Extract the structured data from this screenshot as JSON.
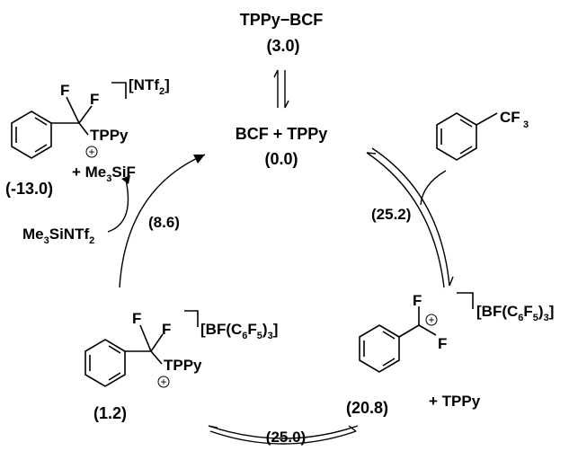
{
  "species": {
    "adduct": {
      "label": "TPPy−BCF",
      "energy": "(3.0)"
    },
    "start": {
      "label": "BCF + TPPy",
      "energy": "(0.0)"
    },
    "substrate": {
      "cf3": "CF",
      "cf3_sub": "3"
    },
    "cation": {
      "f_top": "F",
      "f_bottom": "F",
      "charge": "+",
      "anion_pre": "[BF(C",
      "anion_sub1": "6",
      "anion_mid": "F",
      "anion_sub2": "5",
      "anion_post": ")",
      "anion_sub3": "3",
      "anion_end": "]",
      "plus": "+ TPPy",
      "energy": "(20.8)"
    },
    "intermediate": {
      "f1": "F",
      "f2": "F",
      "tppy": "TPPy",
      "charge": "+",
      "anion_pre": "[BF(C",
      "anion_sub1": "6",
      "anion_mid": "F",
      "anion_sub2": "5",
      "anion_post": ")",
      "anion_sub3": "3",
      "anion_end": "]",
      "energy": "(1.2)"
    },
    "product": {
      "f1": "F",
      "f2": "F",
      "tppy": "TPPy",
      "charge": "+",
      "anion_pre": "[NTf",
      "anion_sub": "2",
      "anion_end": "]",
      "byproduct_pre": "+ Me",
      "byproduct_sub": "3",
      "byproduct_post": "SiF",
      "energy": "(-13.0)"
    },
    "reagent": {
      "pre": "Me",
      "sub": "3",
      "mid": "SiNTf",
      "sub2": "2"
    }
  },
  "barriers": {
    "fluoride_abstraction": "(25.2)",
    "recombination": "(25.0)",
    "metathesis": "(8.6)"
  }
}
